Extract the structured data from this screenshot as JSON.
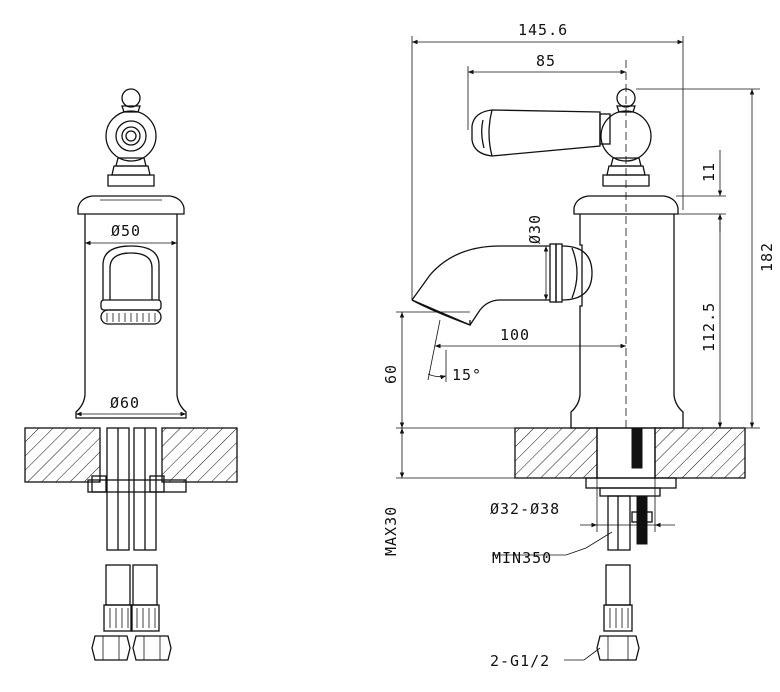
{
  "dimensions": {
    "front_top_diameter": "Ø50",
    "front_base_diameter": "Ø60",
    "side_total_width": "145.6",
    "side_handle_width": "85",
    "side_spout_diameter": "Ø30",
    "side_spout_reach": "100",
    "side_angle": "15°",
    "side_spout_height": "60",
    "side_total_height": "182",
    "side_body_height": "112.5",
    "side_ring_height": "11",
    "side_hole_diameter": "Ø32-Ø38",
    "side_max_thickness": "MAX30",
    "side_hose_length": "MIN350",
    "side_thread": "2-G1/2"
  }
}
